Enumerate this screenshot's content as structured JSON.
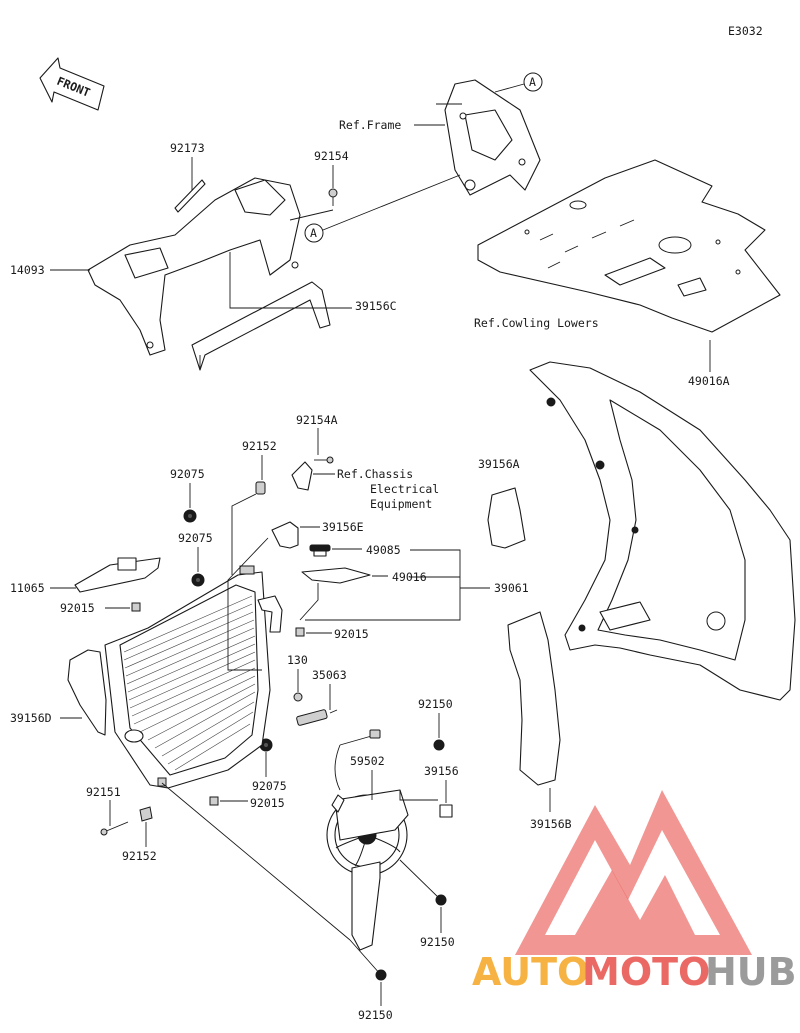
{
  "diagram_code": "E3032",
  "front_label": "FRONT",
  "ref_marker": "A",
  "refs": {
    "frame": "Ref.Frame",
    "cowling_lowers": "Ref.Cowling Lowers",
    "chassis_line1": "Ref.Chassis",
    "chassis_line2": "Electrical",
    "chassis_line3": "Equipment"
  },
  "parts": {
    "p92173": "92173",
    "p92154": "92154",
    "p14093": "14093",
    "p39156C": "39156C",
    "p49016A": "49016A",
    "p92154A": "92154A",
    "p92152_top": "92152",
    "p92075_a": "92075",
    "p92075_b": "92075",
    "p92075_c": "92075",
    "p39156E": "39156E",
    "p49085": "49085",
    "p49016": "49016",
    "p39061": "39061",
    "p39156A": "39156A",
    "p11065": "11065",
    "p92015_a": "92015",
    "p92015_b": "92015",
    "p92015_c": "92015",
    "p130": "130",
    "p35063": "35063",
    "p39156D": "39156D",
    "p92150_a": "92150",
    "p92150_b": "92150",
    "p92150_c": "92150",
    "p59502": "59502",
    "p39156": "39156",
    "p92151": "92151",
    "p92152_bot": "92152",
    "p39156B": "39156B"
  },
  "watermark": {
    "part1": "AUTO",
    "part2": "MOTO",
    "part3": "HUB"
  },
  "colors": {
    "line": "#1a1a1a",
    "watermark_orange": "#f5a623",
    "watermark_red": "#e8504a",
    "watermark_grey": "#8a8a8a"
  }
}
